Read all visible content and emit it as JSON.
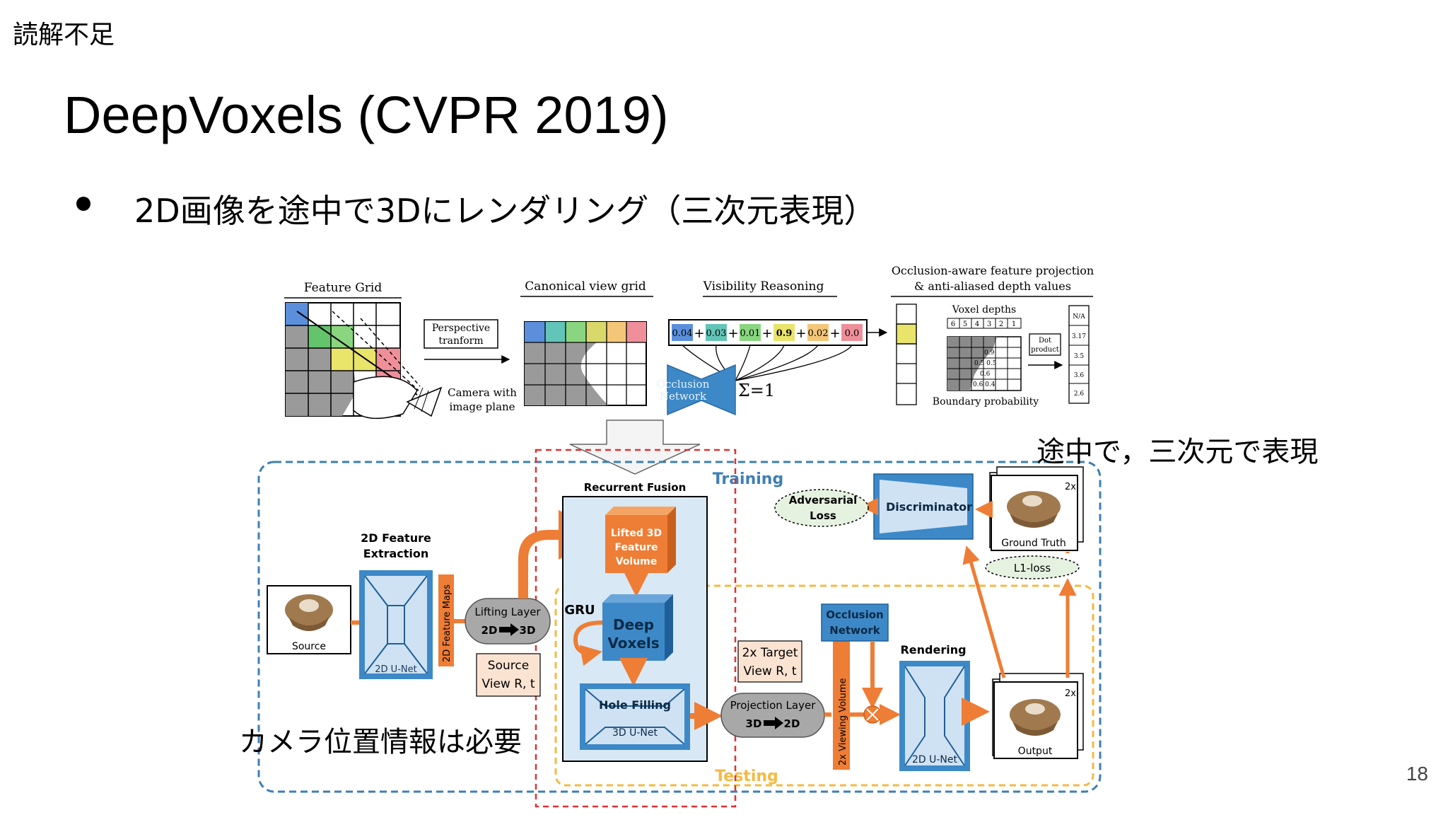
{
  "header": {
    "corner_label": "読解不足",
    "title": "DeepVoxels (CVPR 2019)",
    "bullet": "2D画像を途中で3Dにレンダリング（三次元表現）",
    "page_number": "18"
  },
  "notes": {
    "right_note": "途中で，三次元で表現",
    "left_note": "カメラ位置情報は必要"
  },
  "top_figure": {
    "feature_grid": "Feature Grid",
    "perspective": [
      "Perspective",
      "tranform"
    ],
    "camera": [
      "Camera with",
      "image plane"
    ],
    "canonical": "Canonical view grid",
    "visibility": "Visibility Reasoning",
    "occlusion_title": [
      "Occlusion-aware feature projection",
      "& anti-aliased depth values"
    ],
    "weights": [
      "0.04",
      "0.03",
      "0.01",
      "0.9",
      "0.02",
      "0.0"
    ],
    "occlusion_network": [
      "Occlusion",
      "Network"
    ],
    "sigma": "Σ=1",
    "voxel_depths": "Voxel depths",
    "depth_numbers": [
      "6",
      "5",
      "4",
      "3",
      "2",
      "1"
    ],
    "dot_product": [
      "Dot",
      "product"
    ],
    "boundary": "Boundary probability",
    "matrix_values": [
      "0.9",
      "0.5 0.5",
      "0.6",
      "0.6 0.4"
    ],
    "output_values": [
      "N/A",
      "3.17",
      "3.5",
      "3.6",
      "2.6"
    ]
  },
  "pipeline": {
    "source": "Source",
    "feature_extraction": [
      "2D Feature",
      "Extraction"
    ],
    "unet_2d": "2D U-Net",
    "feature_maps": "2D Feature Maps",
    "lifting": [
      "Lifting Layer",
      "2D",
      "3D"
    ],
    "source_view": [
      "Source",
      "View R, t"
    ],
    "recurrent_fusion": "Recurrent Fusion",
    "lifted": [
      "Lifted 3D",
      "Feature",
      "Volume"
    ],
    "gru": "GRU",
    "deep_voxels": [
      "Deep",
      "Voxels"
    ],
    "hole_filling": "Hole Filling",
    "unet_3d": "3D U-Net",
    "target_view": [
      "2x Target",
      "View R, t"
    ],
    "projection": [
      "Projection Layer",
      "3D",
      "2D"
    ],
    "viewing_volume": "2x Viewing Volume",
    "occlusion_network": [
      "Occlusion",
      "Network"
    ],
    "rendering": "Rendering",
    "unet_2d_render": "2D U-Net",
    "output": "Output",
    "scale_2x": "2x",
    "ground_truth": "Ground Truth",
    "l1": "L1-loss",
    "discriminator": "Discriminator",
    "adversarial": [
      "Adversarial",
      "Loss"
    ],
    "training": "Training",
    "testing": "Testing"
  },
  "colors": {
    "orange": "#ee7d35",
    "blue": "#3d89c8",
    "light_blue": "#cfe2f3",
    "gray": "#9c9c9c",
    "training_dash": "#3d7fb5",
    "testing_dash": "#f5b942",
    "red_dash": "#e03030"
  }
}
